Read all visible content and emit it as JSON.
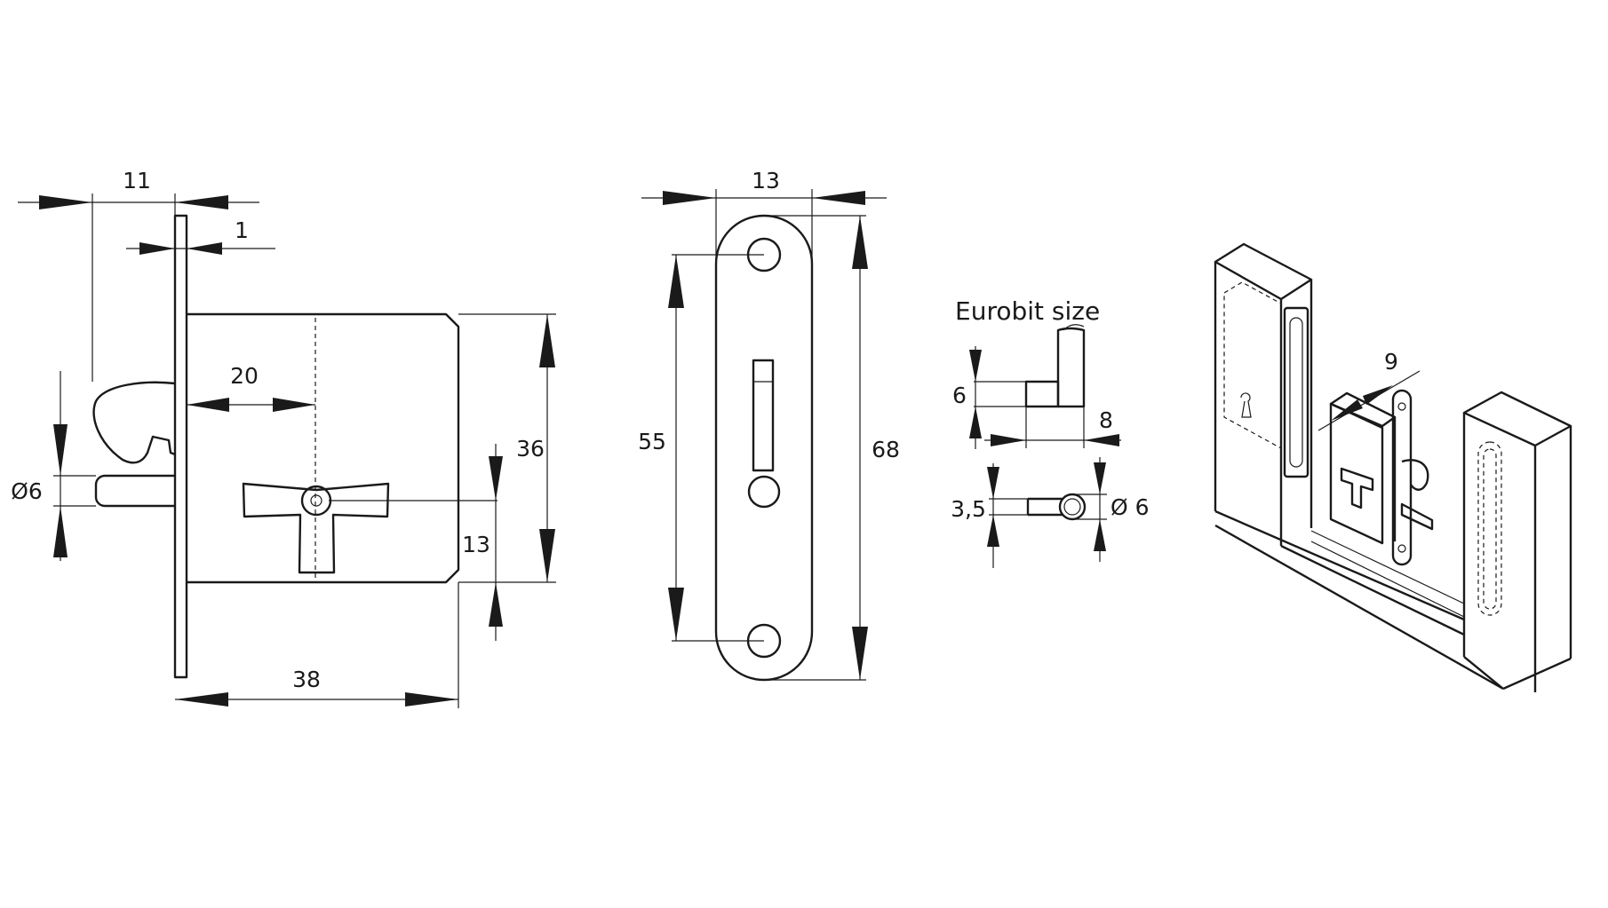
{
  "dims": {
    "d11": "11",
    "d1": "1",
    "d20": "20",
    "d6": "Ø6",
    "d36": "36",
    "d13a": "13",
    "d38": "38",
    "d13b": "13",
    "d55": "55",
    "d68": "68",
    "e6": "6",
    "e8": "8",
    "e35": "3,5",
    "eo6": "Ø 6",
    "d9": "9"
  },
  "labels": {
    "eurobit": "Eurobit size"
  }
}
